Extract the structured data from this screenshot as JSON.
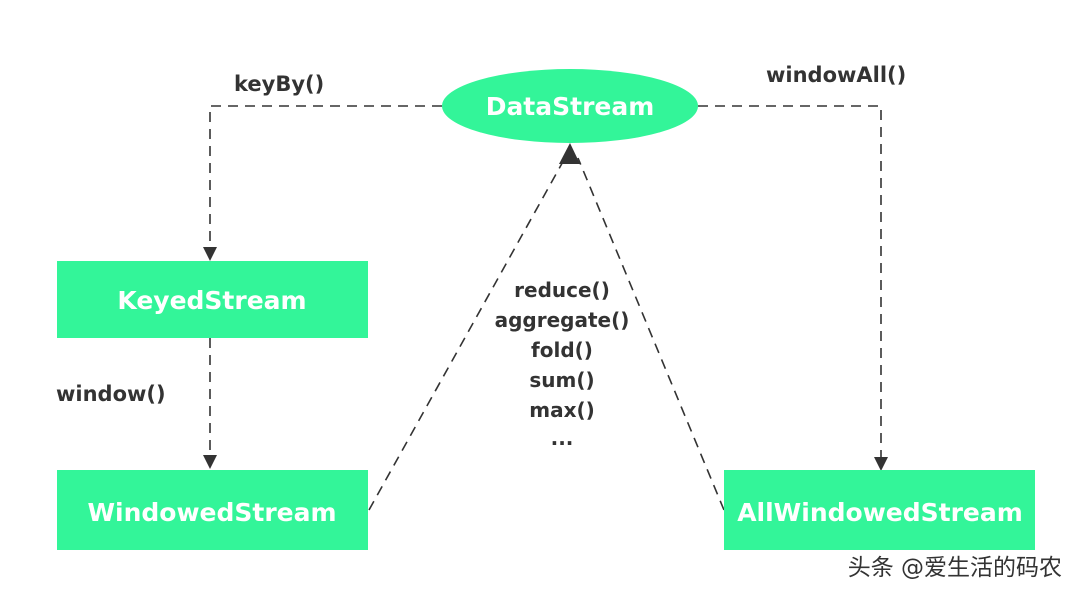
{
  "colors": {
    "node_fill": "#33f599",
    "node_text": "#ffffff",
    "edge": "#333333",
    "label": "#333333"
  },
  "nodes": {
    "datastream": "DataStream",
    "keyedstream": "KeyedStream",
    "windowedstream": "WindowedStream",
    "allwindowedstream": "AllWindowedStream"
  },
  "edge_labels": {
    "keyby": "keyBy()",
    "windowall": "windowAll()",
    "window": "window()"
  },
  "operations": [
    "reduce()",
    "aggregate()",
    "fold()",
    "sum()",
    "max()",
    "..."
  ],
  "watermark": "头条 @爱生活的码农"
}
